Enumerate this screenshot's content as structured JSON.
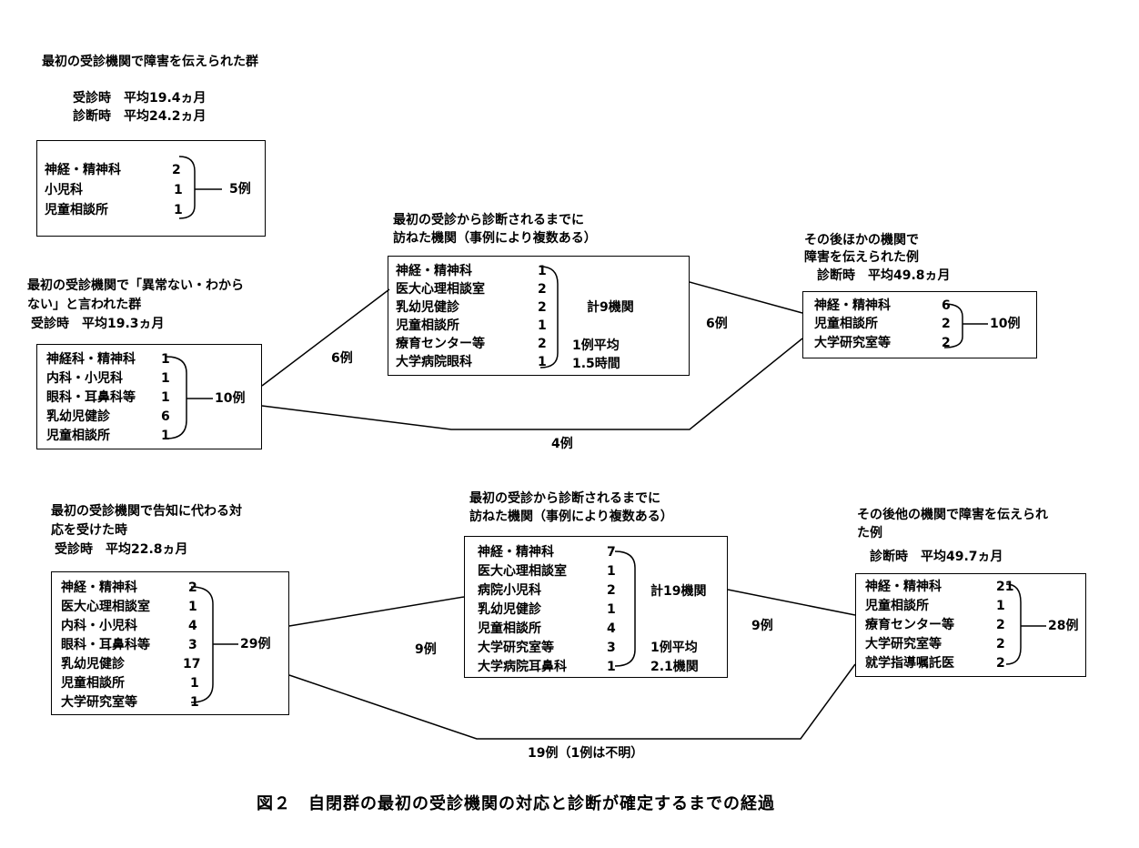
{
  "caption": "図２　自閉群の最初の受診機関の対応と診断が確定するまでの経過",
  "group_a": {
    "title": "最初の受診機関で障害を伝えられた群",
    "stat1": "受診時　平均19.4ヵ月",
    "stat2": "診断時　平均24.2ヵ月",
    "items": [
      {
        "name": "神経・精神科",
        "count": "2"
      },
      {
        "name": "小児科",
        "count": "1"
      },
      {
        "name": "児童相談所",
        "count": "1"
      }
    ],
    "total": "5例"
  },
  "group_b": {
    "title_line1": "最初の受診機関で「異常ない・わから",
    "title_line2": "ない」と言われた群",
    "stat": "受診時　平均19.3ヵ月",
    "items": [
      {
        "name": "神経科・精神科",
        "count": "1"
      },
      {
        "name": "内科・小児科",
        "count": "1"
      },
      {
        "name": "眼科・耳鼻科等",
        "count": "1"
      },
      {
        "name": "乳幼児健診",
        "count": "6"
      },
      {
        "name": "児童相談所",
        "count": "1"
      }
    ],
    "total": "10例",
    "mid_title_line1": "最初の受診から診断されるまでに",
    "mid_title_line2": "訪ねた機関（事例により複数ある）",
    "mid_items": [
      {
        "name": "神経・精神科",
        "count": "1"
      },
      {
        "name": "医大心理相談室",
        "count": "2"
      },
      {
        "name": "乳幼児健診",
        "count": "2"
      },
      {
        "name": "児童相談所",
        "count": "1"
      },
      {
        "name": "療育センター等",
        "count": "2"
      },
      {
        "name": "大学病院眼科",
        "count": "1"
      }
    ],
    "mid_total": "計9機関",
    "mid_avg_line1": "1例平均",
    "mid_avg_line2": "1.5時間",
    "right_title_line1": "その後ほかの機関で",
    "right_title_line2": "障害を伝えられた例",
    "right_stat": "診断時　平均49.8ヵ月",
    "right_items": [
      {
        "name": "神経・精神科",
        "count": "6"
      },
      {
        "name": "児童相談所",
        "count": "2"
      },
      {
        "name": "大学研究室等",
        "count": "2"
      }
    ],
    "right_total": "10例",
    "link_to_mid": "6例",
    "link_mid_to_right": "6例",
    "link_direct": "4例"
  },
  "group_c": {
    "title_line1": "最初の受診機関で告知に代わる対",
    "title_line2": "応を受けた時",
    "stat": "受診時　平均22.8ヵ月",
    "items": [
      {
        "name": "神経・精神科",
        "count": "2"
      },
      {
        "name": "医大心理相談室",
        "count": "1"
      },
      {
        "name": "内科・小児科",
        "count": "4"
      },
      {
        "name": "眼科・耳鼻科等",
        "count": "3"
      },
      {
        "name": "乳幼児健診",
        "count": "17"
      },
      {
        "name": "児童相談所",
        "count": "1"
      },
      {
        "name": "大学研究室等",
        "count": "1"
      }
    ],
    "total": "29例",
    "mid_title_line1": "最初の受診から診断されるまでに",
    "mid_title_line2": "訪ねた機関（事例により複数ある）",
    "mid_items": [
      {
        "name": "神経・精神科",
        "count": "7"
      },
      {
        "name": "医大心理相談室",
        "count": "1"
      },
      {
        "name": "病院小児科",
        "count": "2"
      },
      {
        "name": "乳幼児健診",
        "count": "1"
      },
      {
        "name": "児童相談所",
        "count": "4"
      },
      {
        "name": "大学研究室等",
        "count": "3"
      },
      {
        "name": "大学病院耳鼻科",
        "count": "1"
      }
    ],
    "mid_total": "計19機関",
    "mid_avg_line1": "1例平均",
    "mid_avg_line2": "2.1機関",
    "right_title_line1": "その後他の機関で障害を伝えられ",
    "right_title_line2": "た例",
    "right_stat": "診断時　平均49.7ヵ月",
    "right_items": [
      {
        "name": "神経・精神科",
        "count": "21"
      },
      {
        "name": "児童相談所",
        "count": "1"
      },
      {
        "name": "療育センター等",
        "count": "2"
      },
      {
        "name": "大学研究室等",
        "count": "2"
      },
      {
        "name": "就学指導嘱託医",
        "count": "2"
      }
    ],
    "right_total": "28例",
    "link_to_mid": "9例",
    "link_mid_to_right": "9例",
    "link_direct": "19例（1例は不明）"
  }
}
